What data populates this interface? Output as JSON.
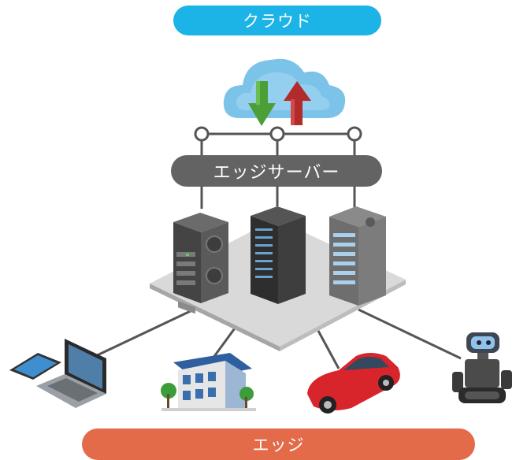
{
  "labels": {
    "cloud": "クラウド",
    "edge_server": "エッジサーバー",
    "edge": "エッジ"
  },
  "colors": {
    "cloud_pill": "#1cb3e6",
    "server_pill": "#636363",
    "edge_pill": "#e36b4a",
    "cloud": "#7cc3ea",
    "down_arrow": "#4c9e36",
    "up_arrow": "#b32a2a",
    "car": "#d8242b"
  },
  "icons": [
    "cloud-icon",
    "download-arrow-icon",
    "upload-arrow-icon",
    "server-rack-icon",
    "tablet-icon",
    "laptop-icon",
    "house-icon",
    "car-icon",
    "robot-icon"
  ]
}
